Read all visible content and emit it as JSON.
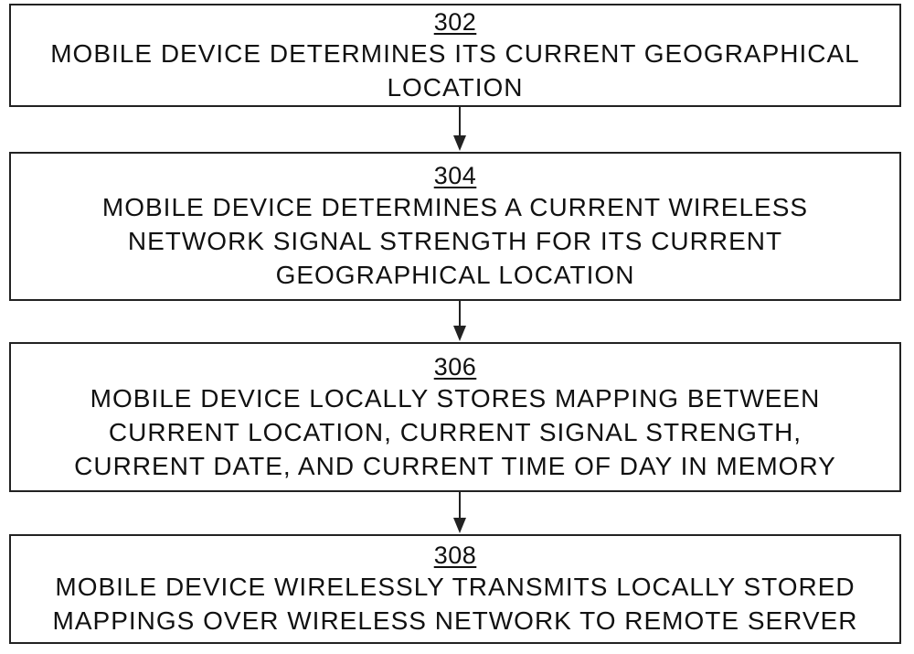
{
  "diagram": {
    "steps": [
      {
        "number": "302",
        "lines": [
          "MOBILE DEVICE DETERMINES ITS CURRENT GEOGRAPHICAL",
          "LOCATION"
        ]
      },
      {
        "number": "304",
        "lines": [
          "MOBILE DEVICE DETERMINES A CURRENT WIRELESS",
          "NETWORK SIGNAL STRENGTH FOR ITS CURRENT",
          "GEOGRAPHICAL LOCATION"
        ]
      },
      {
        "number": "306",
        "lines": [
          "MOBILE DEVICE LOCALLY STORES MAPPING BETWEEN",
          "CURRENT LOCATION, CURRENT SIGNAL STRENGTH,",
          "CURRENT DATE, AND CURRENT TIME OF DAY IN MEMORY"
        ]
      },
      {
        "number": "308",
        "lines": [
          "MOBILE DEVICE WIRELESSLY TRANSMITS LOCALLY STORED",
          "MAPPINGS OVER WIRELESS NETWORK TO REMOTE SERVER"
        ]
      }
    ],
    "colors": {
      "stroke": "#222222",
      "text": "#111111",
      "background": "#ffffff"
    }
  }
}
